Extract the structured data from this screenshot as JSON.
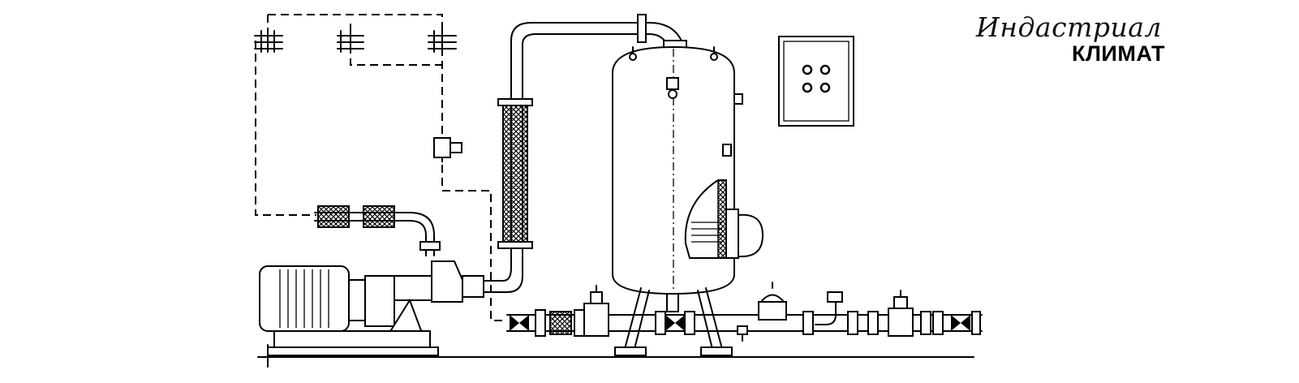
{
  "logo": {
    "script_text": "Индастриал",
    "brand_text": "КЛИМАТ"
  },
  "control_panel": {
    "indicator_count": 4
  }
}
